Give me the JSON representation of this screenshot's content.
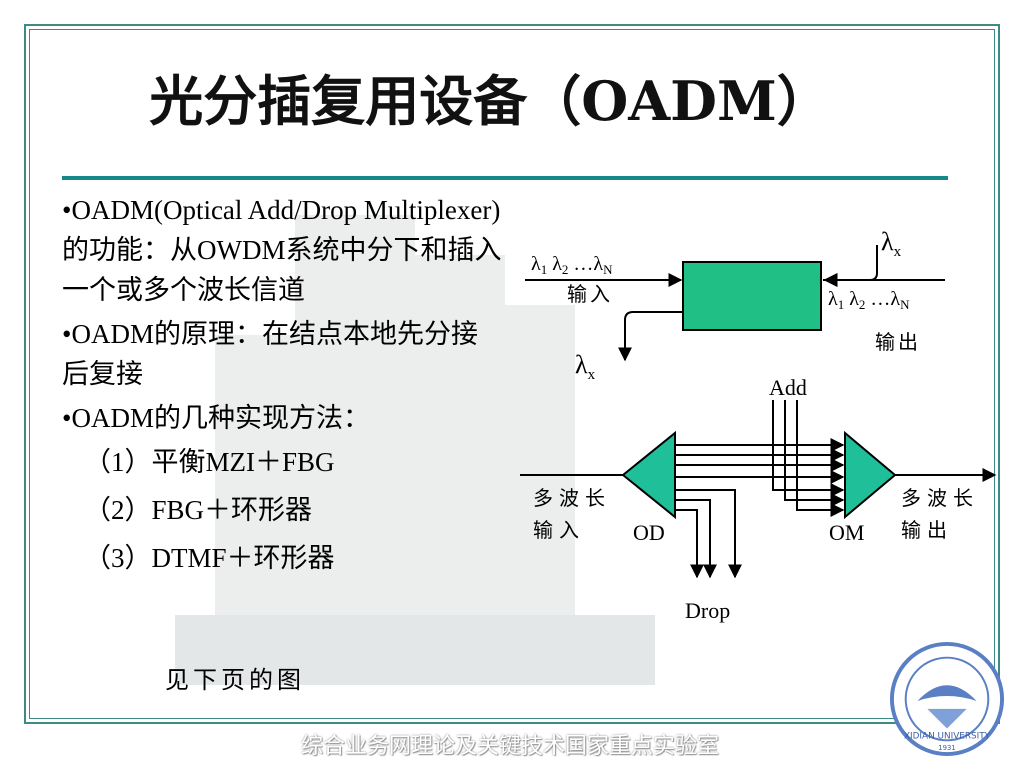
{
  "title": "光分插复用设备（OADM）",
  "bullets": [
    "•OADM(Optical Add/Drop Multiplexer)的功能：从OWDM系统中分下和插入一个或多个波长信道",
    "•OADM的原理：在结点本地先分接后复接",
    "•OADM的几种实现方法："
  ],
  "methods": [
    "（1）平衡MZI＋FBG",
    "（2）FBG＋环形器",
    "（3）DTMF＋环形器"
  ],
  "see_next": "见下页的图",
  "diagram": {
    "input_label": "输入",
    "output_label": "输出",
    "lambda_x_top": "x",
    "lambda_x_bottom": "x",
    "add_label": "Add",
    "drop_label": "Drop",
    "od_label": "OD",
    "om_label": "OM",
    "multi_in_line1": "多波长",
    "multi_in_line2": "输入",
    "multi_out_line1": "多波长",
    "multi_out_line2": "输出",
    "box_color": "#1fbf86",
    "tri_color": "#1fbf9a"
  },
  "footer": "综合业务网理论及关键技术国家重点实验室",
  "logo": {
    "center_text": "XIDIAN UNIVERSITY",
    "year": "1931"
  },
  "colors": {
    "frame": "#3d8a86",
    "rule": "#17888a"
  }
}
